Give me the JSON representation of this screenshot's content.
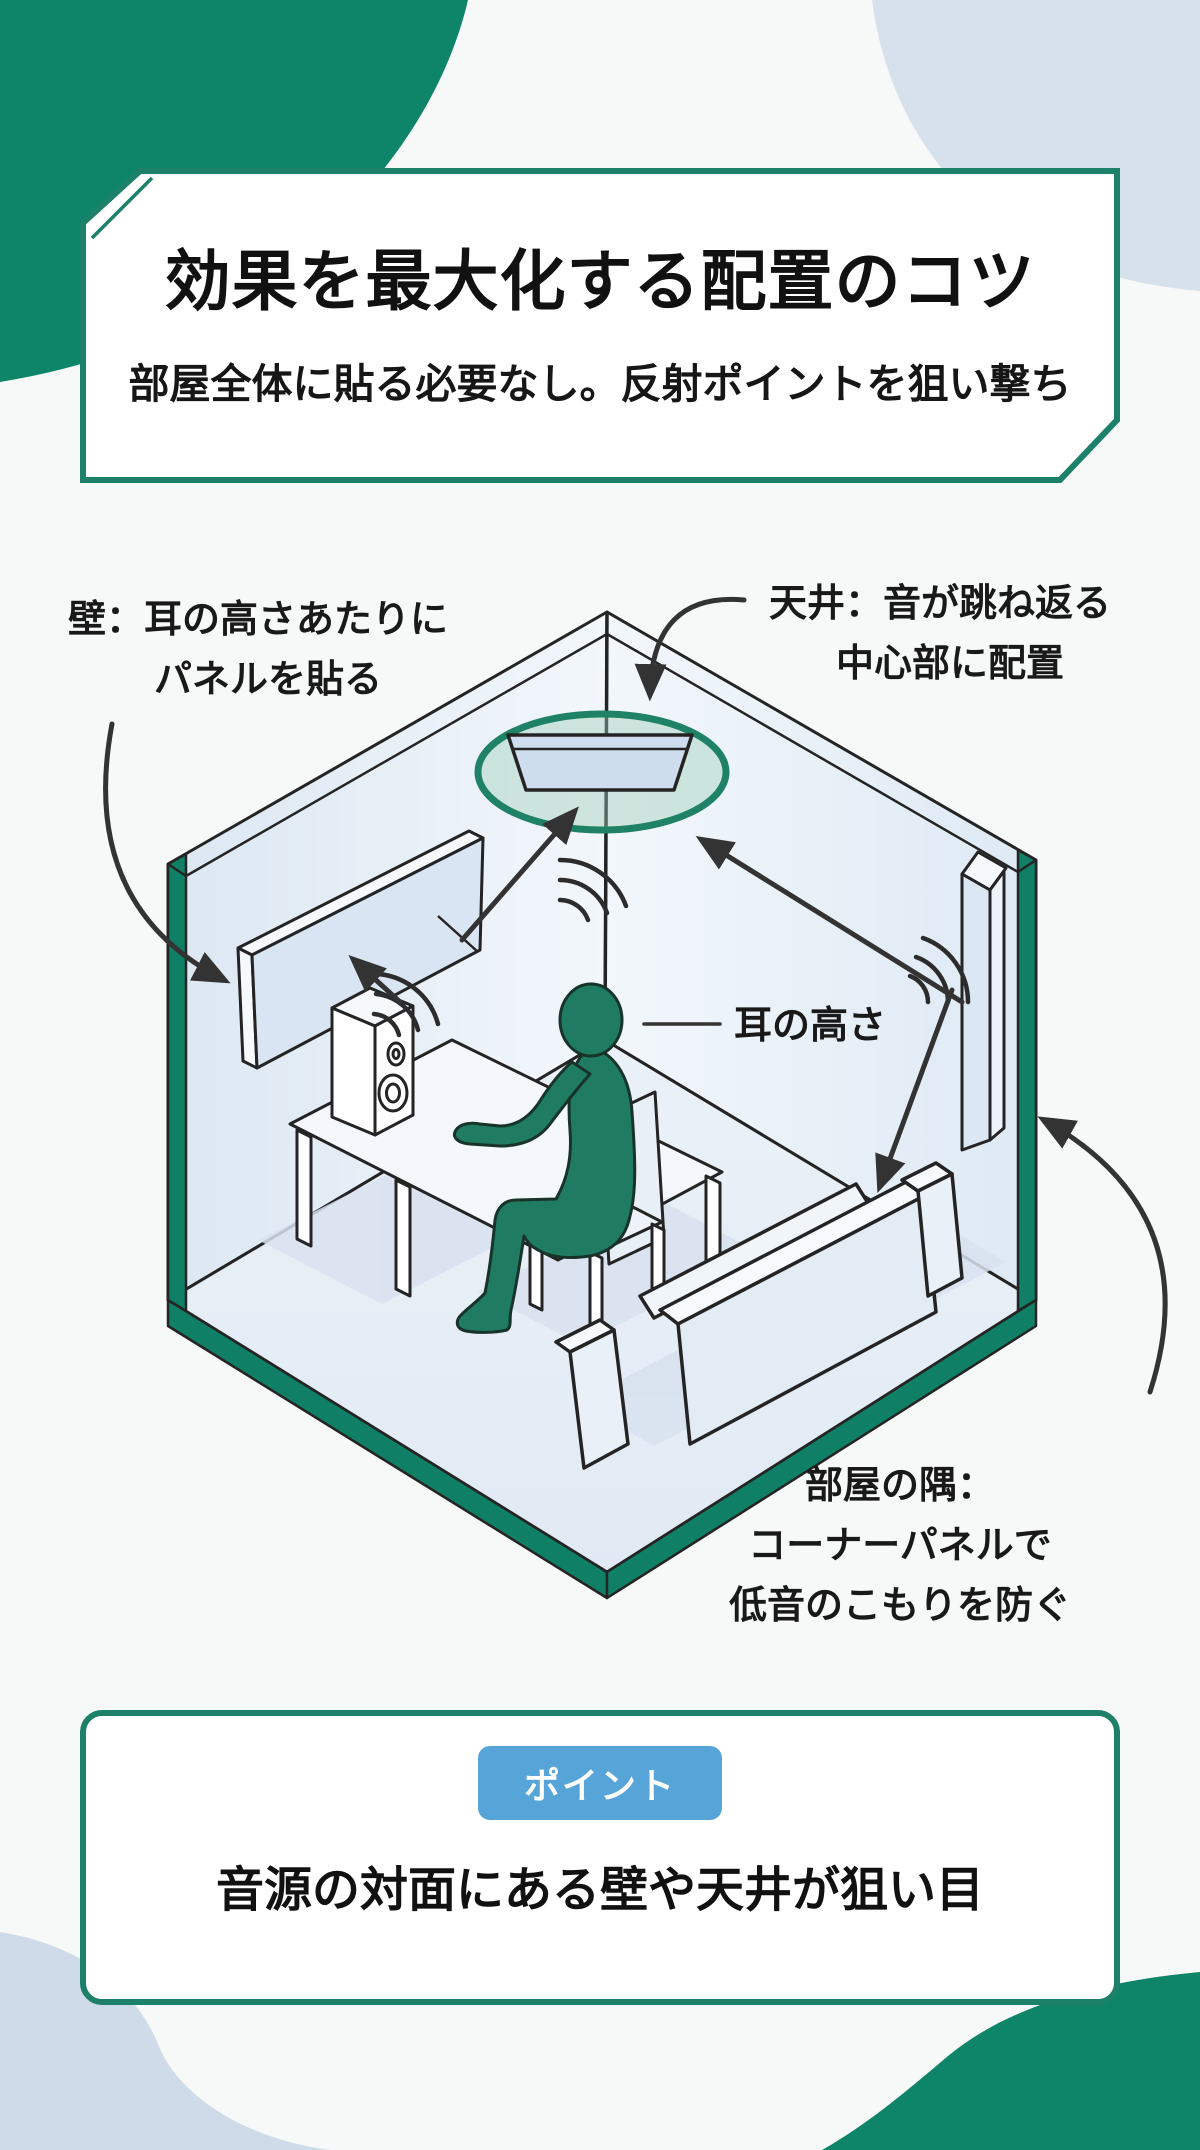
{
  "header": {
    "title": "効果を最大化する配置のコツ",
    "subtitle": "部屋全体に貼る必要なし。反射ポイントを狙い撃ち"
  },
  "diagram": {
    "labels": {
      "wall": {
        "line1": "壁：耳の高さあたりに",
        "line2": "パネルを貼る"
      },
      "ceiling": {
        "line1": "天井：音が跳ね返る",
        "line2": "中心部に配置"
      },
      "ear": "耳の高さ",
      "corner": {
        "line1": "部屋の隅：",
        "line2": "コーナーパネルで",
        "line3": "低音のこもりを防ぐ"
      }
    }
  },
  "point": {
    "badge": "ポイント",
    "text": "音源の対面にある壁や天井が狙い目"
  },
  "colors": {
    "accent_green": "#0e8468",
    "frame_green": "#1d8069",
    "badge_blue": "#57a4d8",
    "person_green": "#1f7c63",
    "panel_blue": "#d9e5f2",
    "blob_light_blue": "#d6e1ec",
    "background": "#f6f9f7"
  }
}
